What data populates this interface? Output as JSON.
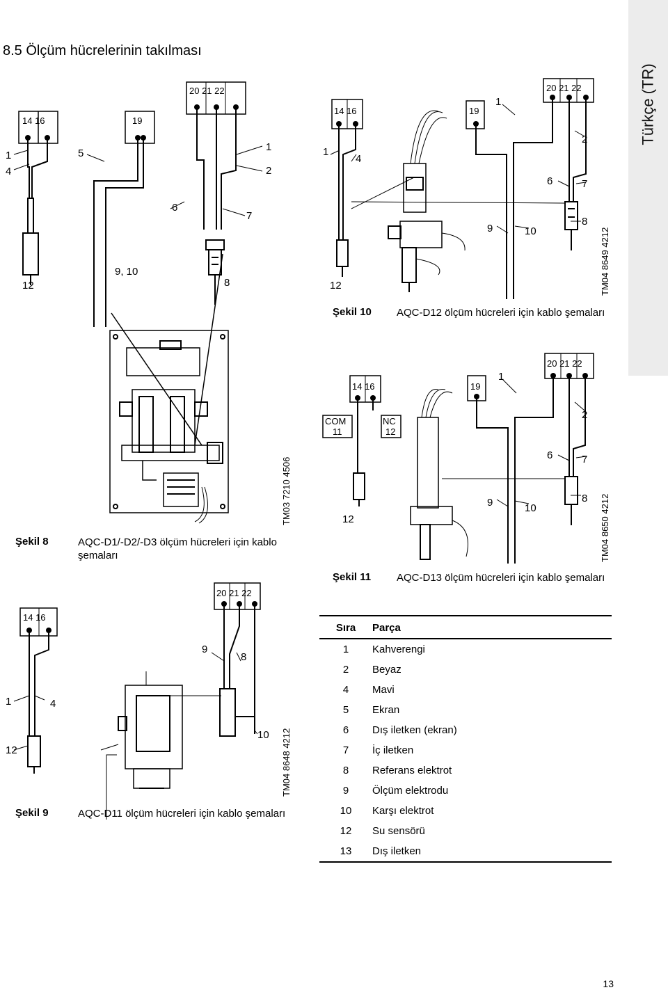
{
  "language_tab": "Türkçe (TR)",
  "section_title": "8.5 Ölçüm hücrelerinin takılması",
  "figures": {
    "fig8": {
      "label": "Şekil 8",
      "caption": "AQC-D1/-D2/-D3 ölçüm hücreleri için kablo şemaları",
      "code": "TM03 7210 4506"
    },
    "fig9": {
      "label": "Şekil 9",
      "caption": "AQC-D11 ölçüm hücreleri için kablo şemaları",
      "code": "TM04 8648 4212"
    },
    "fig10": {
      "label": "Şekil 10",
      "caption": "AQC-D12 ölçüm hücreleri için kablo şemaları",
      "code": "TM04 8649 4212"
    },
    "fig11": {
      "label": "Şekil 11",
      "caption": "AQC-D13 ölçüm hücreleri için kablo şemaları",
      "code": "TM04 8650 4212"
    }
  },
  "diagram_labels": {
    "t1416": "14  16",
    "t19": "19",
    "t202122": "20  21  22",
    "com": "COM",
    "com_num": "11",
    "nc": "NC",
    "nc_num": "12",
    "n1": "1",
    "n2": "2",
    "n4": "4",
    "n5": "5",
    "n6": "6",
    "n7": "7",
    "n8": "8",
    "n9": "9",
    "n10": "10",
    "n12": "12",
    "n910": "9, 10"
  },
  "parts_table": {
    "headers": [
      "Sıra",
      "Parça"
    ],
    "rows": [
      [
        "1",
        "Kahverengi"
      ],
      [
        "2",
        "Beyaz"
      ],
      [
        "4",
        "Mavi"
      ],
      [
        "5",
        "Ekran"
      ],
      [
        "6",
        "Dış iletken (ekran)"
      ],
      [
        "7",
        "İç iletken"
      ],
      [
        "8",
        "Referans elektrot"
      ],
      [
        "9",
        "Ölçüm elektrodu"
      ],
      [
        "10",
        "Karşı elektrot"
      ],
      [
        "12",
        "Su sensörü"
      ],
      [
        "13",
        "Dış iletken"
      ]
    ]
  },
  "page_number": "13"
}
